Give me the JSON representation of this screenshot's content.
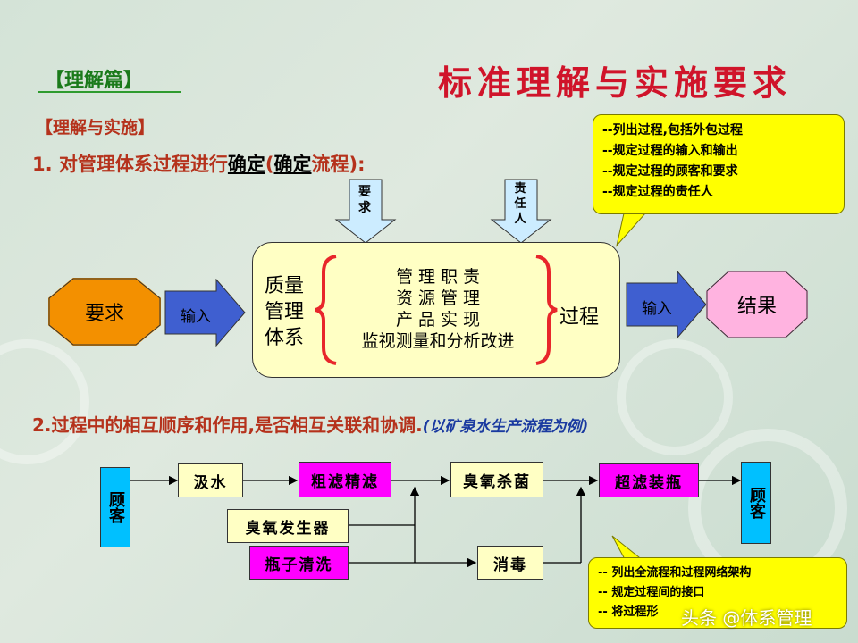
{
  "tag": "【理解篇】",
  "title": "标准理解与实施要求",
  "section_heading": "【理解与实施】",
  "item1": {
    "prefix": "1. 对管理体系过程进行",
    "u1": "确定",
    "mid1": "(",
    "u2": "确定",
    "suffix": "流程):"
  },
  "callout1": [
    "--列出过程,包括外包过程",
    "--规定过程的输入和输出",
    "--规定过程的顾客和要求",
    "--规定过程的责任人"
  ],
  "arrow_req": "要求",
  "arrow_resp": "责任人",
  "diagram1": {
    "requirement": "要求",
    "input": "输入",
    "qms_label": "质量管理体系",
    "modules": [
      "管 理 职 责",
      "资 源 管 理",
      "产 品 实 现",
      "监视测量和分析改进"
    ],
    "process": "过程",
    "output": "输入",
    "result": "结果"
  },
  "item2": {
    "main": "2.过程中的相互顺序和作用,是否相互关联和协调.",
    "note": "(以矿泉水生产流程为例)"
  },
  "diagram2": {
    "customer_left": "顾客",
    "draw_water": "汲水",
    "filter": "粗滤精滤",
    "ozone_gen": "臭氧发生器",
    "bottle_wash": "瓶子清洗",
    "ozone_sterilize": "臭氧杀菌",
    "disinfect": "消毒",
    "ultra_fill": "超滤装瓶",
    "customer_right": "顾客"
  },
  "callout2": [
    "-- 列出全流程和过程网络架构",
    "-- 规定过程间的接口",
    "-- 将过程形"
  ],
  "watermark": "头条 @体系管理"
}
